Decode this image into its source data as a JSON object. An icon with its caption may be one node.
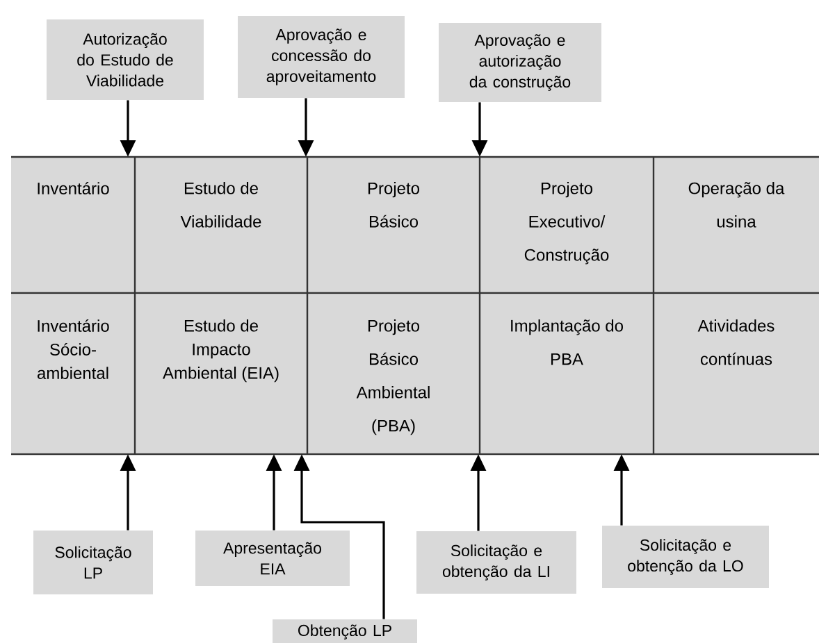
{
  "diagram": {
    "nodes": [
      {
        "text": [
          "Autorização do Estudo de Viabilidade"
        ]
      },
      {
        "text": [
          "Aprovação e concessão do aproveitamento"
        ]
      },
      {
        "text": [
          "Aprovação e autorização da construção"
        ]
      },
      {
        "text": [
          "Inventário"
        ]
      },
      {
        "text": [
          "Estudo de Viabilidade"
        ]
      },
      {
        "text": [
          "Projeto Básico"
        ]
      },
      {
        "text": [
          "Projeto Executivo/ Construção"
        ]
      },
      {
        "text": [
          "Operação da usina"
        ]
      },
      {
        "text": [
          "Inventário Sócio-ambiental"
        ]
      },
      {
        "text": [
          "Estudo de Impacto Ambiental (EIA)"
        ]
      },
      {
        "text": [
          "Projeto Básico Ambiental (PBA)"
        ]
      },
      {
        "text": [
          "Implantação do PBA"
        ]
      },
      {
        "text": [
          "Atividades contínuas"
        ]
      },
      {
        "text": [
          "Solicitação LP"
        ]
      },
      {
        "text": [
          "Apresentação EIA"
        ]
      },
      {
        "text": [
          "Obtenção LP"
        ]
      },
      {
        "text": [
          "Solicitação e obtenção da LI"
        ]
      },
      {
        "text": [
          "Solicitação e obtenção da LO"
        ]
      }
    ],
    "edges": [
      {
        "from": 0,
        "to": 3,
        "arrow": "to"
      },
      {
        "from": 1,
        "to": 4,
        "arrow": "to"
      },
      {
        "from": 2,
        "to": 5,
        "arrow": "to"
      },
      {
        "from": 13,
        "to": 8,
        "arrow": "to"
      },
      {
        "from": 14,
        "to": 9,
        "arrow": "to"
      },
      {
        "from": 15,
        "to": 9,
        "arrow": "to"
      },
      {
        "from": 16,
        "to": 10,
        "arrow": "to"
      },
      {
        "from": 17,
        "to": 11,
        "arrow": "to"
      }
    ]
  }
}
